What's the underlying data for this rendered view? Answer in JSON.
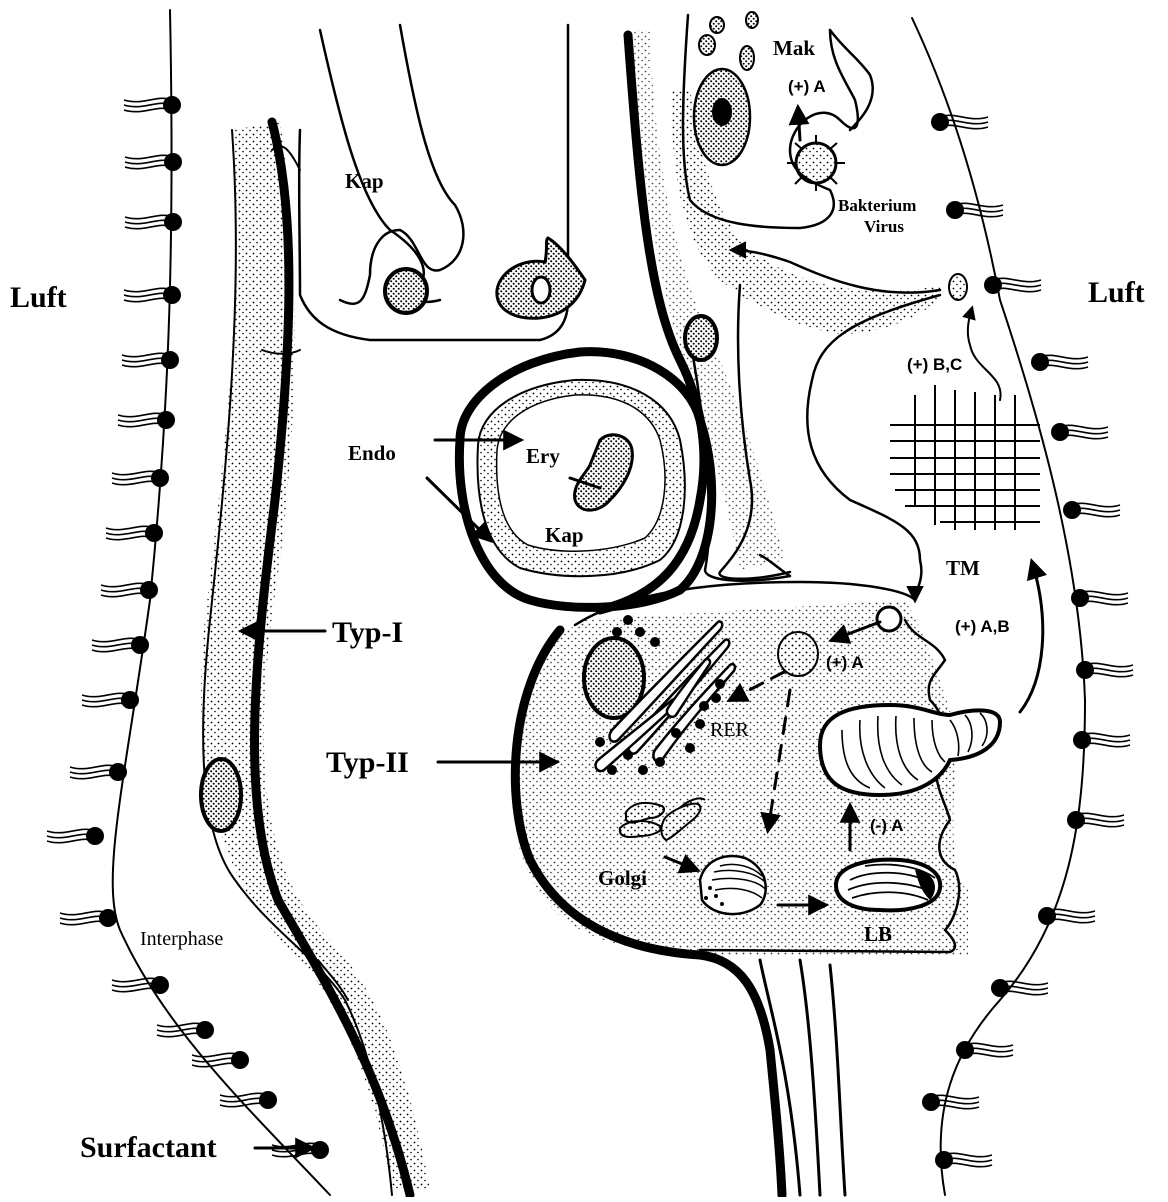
{
  "labels": {
    "luft_left": "Luft",
    "luft_right": "Luft",
    "kap_top": "Kap",
    "mak": "Mak",
    "plus_a_top": "(+) A",
    "bakterium": "Bakterium",
    "virus": "Virus",
    "endo": "Endo",
    "ery": "Ery",
    "kap_mid": "Kap",
    "plus_bc": "(+) B,C",
    "tm": "TM",
    "typ1": "Typ-I",
    "typ2": "Typ-II",
    "plus_a_mid": "(+) A",
    "plus_ab": "(+) A,B",
    "rer": "RER",
    "minus_a": "(-) A",
    "golgi": "Golgi",
    "lb": "LB",
    "interphase": "Interphase",
    "surfactant": "Surfactant"
  },
  "colors": {
    "ink": "#000000",
    "background": "#ffffff",
    "stipple": "#000000"
  }
}
